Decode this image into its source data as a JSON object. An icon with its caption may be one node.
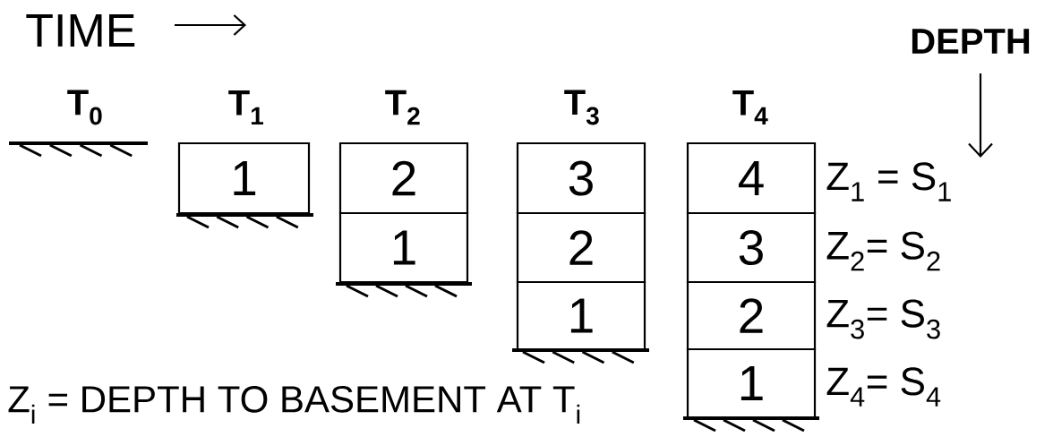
{
  "diagram": {
    "nodes": [
      {
        "text": [
          "1"
        ]
      },
      {
        "text": [
          "2"
        ]
      },
      {
        "text": [
          "1"
        ]
      },
      {
        "text": [
          "3"
        ]
      },
      {
        "text": [
          "2"
        ]
      },
      {
        "text": [
          "1"
        ]
      },
      {
        "text": [
          "4"
        ],
        "beside": [
          "Z$_{1}$ = S$_{1}$"
        ]
      },
      {
        "text": [
          "3"
        ],
        "beside": [
          "Z$_{2}$= S$_{2}$"
        ]
      },
      {
        "text": [
          "2"
        ],
        "beside": [
          "Z$_{3}$= S$_{3}$"
        ]
      },
      {
        "text": [
          "1"
        ],
        "beside": [
          "Z$_{4}$= S$_{4}$"
        ]
      }
    ],
    "labels": [
      "TIME",
      "DEPTH",
      "T$_{0}$",
      "T$_{1}$",
      "T$_{2}$",
      "T$_{3}$",
      "T$_{4}$",
      "Z$_{i}$ = DEPTH TO BASEMENT AT T$_{i}$"
    ]
  }
}
